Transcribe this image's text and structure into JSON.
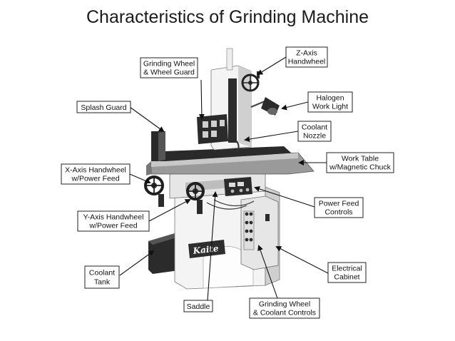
{
  "title": "Characteristics of Grinding Machine",
  "badge_text": "Kaite",
  "labels": {
    "z_axis": [
      "Z-Axis",
      "Handwheel"
    ],
    "grinding_wheel": [
      "Grinding Wheel",
      "& Wheel Guard"
    ],
    "halogen": [
      "Halogen",
      "Work Light"
    ],
    "splash_guard": [
      "Splash Guard"
    ],
    "coolant_nozzle": [
      "Coolant",
      "Nozzle"
    ],
    "work_table": [
      "Work Table",
      "w/Magnetic Chuck"
    ],
    "x_axis": [
      "X-Axis Handwheel",
      "w/Power Feed"
    ],
    "power_feed": [
      "Power Feed",
      "Controls"
    ],
    "y_axis": [
      "Y-Axis Handwheel",
      "w/Power Feed"
    ],
    "coolant_tank": [
      "Coolant",
      "Tank"
    ],
    "electrical": [
      "Electrical",
      "Cabinet"
    ],
    "saddle": [
      "Saddle"
    ],
    "wheel_controls": [
      "Grinding Wheel",
      "& Coolant Controls"
    ]
  }
}
